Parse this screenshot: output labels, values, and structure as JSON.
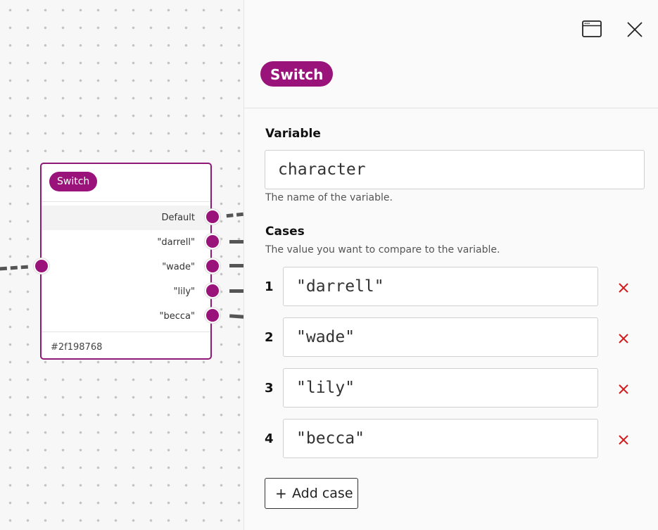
{
  "canvas": {
    "node": {
      "title": "Switch",
      "outputs": [
        "Default",
        "\"darrell\"",
        "\"wade\"",
        "\"lily\"",
        "\"becca\""
      ],
      "id": "#2f198768"
    }
  },
  "panel": {
    "title": "Switch",
    "icons": {
      "window": "window-icon",
      "close": "close-icon"
    },
    "variable": {
      "label": "Variable",
      "value": "character",
      "help": "The name of the variable."
    },
    "cases": {
      "label": "Cases",
      "help": "The value you want to compare to the variable.",
      "items": [
        {
          "num": "1",
          "value": "\"darrell\""
        },
        {
          "num": "2",
          "value": "\"wade\""
        },
        {
          "num": "3",
          "value": "\"lily\""
        },
        {
          "num": "4",
          "value": "\"becca\""
        }
      ],
      "delete_icon": "delete-icon"
    },
    "add_case_label": "Add case"
  },
  "colors": {
    "accent": "#99137a",
    "delete": "#d11a1a"
  }
}
